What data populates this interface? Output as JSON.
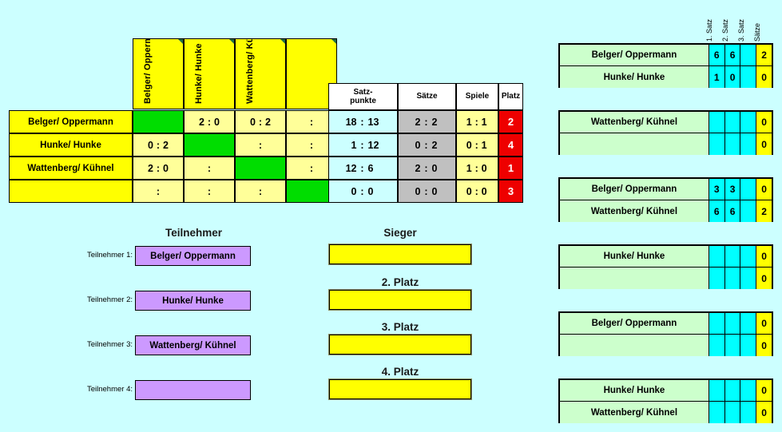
{
  "background_color": "#ccffff",
  "cross_table": {
    "column_headers": [
      "Belger/ Opperma",
      "Hunke/ Hunke",
      "Wattenberg/ Küh",
      ""
    ],
    "stat_headers": [
      {
        "line1": "Satz-",
        "line2": "punkte"
      },
      {
        "line1": "Sätze",
        "line2": ""
      },
      {
        "line1": "Spiele",
        "line2": ""
      },
      {
        "line1": "Platz",
        "line2": ""
      }
    ],
    "rows": [
      {
        "label": "Belger/ Oppermann",
        "matches": [
          {
            "self": true,
            "left": "",
            "sep": "",
            "right": ""
          },
          {
            "self": false,
            "left": "2",
            "sep": ":",
            "right": "0"
          },
          {
            "self": false,
            "left": "0",
            "sep": ":",
            "right": "2"
          },
          {
            "self": false,
            "left": "",
            "sep": ":",
            "right": ""
          }
        ],
        "satzpunkte": {
          "left": "18",
          "sep": ":",
          "right": "13"
        },
        "saetze": {
          "left": "2",
          "sep": ":",
          "right": "2"
        },
        "spiele": {
          "left": "1",
          "sep": ":",
          "right": "1"
        },
        "platz": "2"
      },
      {
        "label": "Hunke/ Hunke",
        "matches": [
          {
            "self": false,
            "left": "0",
            "sep": ":",
            "right": "2"
          },
          {
            "self": true,
            "left": "",
            "sep": "",
            "right": ""
          },
          {
            "self": false,
            "left": "",
            "sep": ":",
            "right": ""
          },
          {
            "self": false,
            "left": "",
            "sep": ":",
            "right": ""
          }
        ],
        "satzpunkte": {
          "left": "1",
          "sep": ":",
          "right": "12"
        },
        "saetze": {
          "left": "0",
          "sep": ":",
          "right": "2"
        },
        "spiele": {
          "left": "0",
          "sep": ":",
          "right": "1"
        },
        "platz": "4"
      },
      {
        "label": "Wattenberg/ Kühnel",
        "matches": [
          {
            "self": false,
            "left": "2",
            "sep": ":",
            "right": "0"
          },
          {
            "self": false,
            "left": "",
            "sep": ":",
            "right": ""
          },
          {
            "self": true,
            "left": "",
            "sep": "",
            "right": ""
          },
          {
            "self": false,
            "left": "",
            "sep": ":",
            "right": ""
          }
        ],
        "satzpunkte": {
          "left": "12",
          "sep": ":",
          "right": "6"
        },
        "saetze": {
          "left": "2",
          "sep": ":",
          "right": "0"
        },
        "spiele": {
          "left": "1",
          "sep": ":",
          "right": "0"
        },
        "platz": "1"
      },
      {
        "label": "",
        "matches": [
          {
            "self": false,
            "left": "",
            "sep": ":",
            "right": ""
          },
          {
            "self": false,
            "left": "",
            "sep": ":",
            "right": ""
          },
          {
            "self": false,
            "left": "",
            "sep": ":",
            "right": ""
          },
          {
            "self": true,
            "left": "",
            "sep": "",
            "right": ""
          }
        ],
        "satzpunkte": {
          "left": "0",
          "sep": ":",
          "right": "0"
        },
        "saetze": {
          "left": "0",
          "sep": ":",
          "right": "0"
        },
        "spiele": {
          "left": "0",
          "sep": ":",
          "right": "0"
        },
        "platz": "3"
      }
    ]
  },
  "participants": {
    "title": "Teilnehmer",
    "items": [
      {
        "label": "Teilnehmer 1:",
        "value": "Belger/ Oppermann"
      },
      {
        "label": "Teilnehmer 2:",
        "value": "Hunke/ Hunke"
      },
      {
        "label": "Teilnehmer 3:",
        "value": "Wattenberg/ Kühnel"
      },
      {
        "label": "Teilnehmer 4:",
        "value": ""
      }
    ]
  },
  "placements": [
    {
      "title": "Sieger",
      "value": ""
    },
    {
      "title": "2. Platz",
      "value": ""
    },
    {
      "title": "3. Platz",
      "value": ""
    },
    {
      "title": "4. Platz",
      "value": ""
    }
  ],
  "match_panels": {
    "column_headers": [
      "1. Satz",
      "2. Satz",
      "3. Satz",
      "Sätze"
    ],
    "panels": [
      {
        "home": {
          "name": "Belger/ Oppermann",
          "sets": [
            "6",
            "6",
            ""
          ],
          "total": "2"
        },
        "away": {
          "name": "Hunke/ Hunke",
          "sets": [
            "1",
            "0",
            ""
          ],
          "total": "0"
        }
      },
      {
        "home": {
          "name": "Wattenberg/ Kühnel",
          "sets": [
            "",
            "",
            ""
          ],
          "total": "0"
        },
        "away": {
          "name": "",
          "sets": [
            "",
            "",
            ""
          ],
          "total": "0"
        }
      },
      {
        "home": {
          "name": "Belger/ Oppermann",
          "sets": [
            "3",
            "3",
            ""
          ],
          "total": "0"
        },
        "away": {
          "name": "Wattenberg/ Kühnel",
          "sets": [
            "6",
            "6",
            ""
          ],
          "total": "2"
        }
      },
      {
        "home": {
          "name": "Hunke/ Hunke",
          "sets": [
            "",
            "",
            ""
          ],
          "total": "0"
        },
        "away": {
          "name": "",
          "sets": [
            "",
            "",
            ""
          ],
          "total": "0"
        }
      },
      {
        "home": {
          "name": "Belger/ Oppermann",
          "sets": [
            "",
            "",
            ""
          ],
          "total": "0"
        },
        "away": {
          "name": "",
          "sets": [
            "",
            "",
            ""
          ],
          "total": "0"
        }
      },
      {
        "home": {
          "name": "Hunke/ Hunke",
          "sets": [
            "",
            "",
            ""
          ],
          "total": "0"
        },
        "away": {
          "name": "Wattenberg/ Kühnel",
          "sets": [
            "",
            "",
            ""
          ],
          "total": "0"
        }
      }
    ]
  }
}
